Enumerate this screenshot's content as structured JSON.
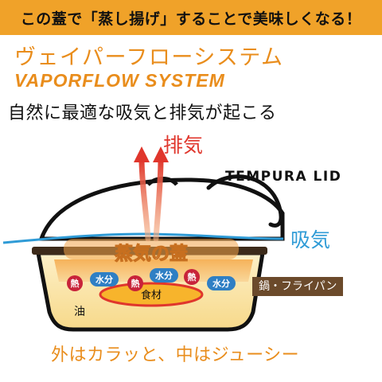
{
  "banner": {
    "text": "この蓋で「蒸し揚げ」することで美味しくなる！"
  },
  "title": {
    "jp": "ヴェイパーフローシステム",
    "en": "VAPORFLOW SYSTEM"
  },
  "subtitle": "自然に最適な吸気と排気が起こる",
  "diagram": {
    "exhaust_label": "排気",
    "lid_name": "TEMPURA LID",
    "intake_label": "吸気",
    "steam_lid_label": "蒸気の蓋",
    "pan_label": "鍋・フライパン",
    "badges": [
      {
        "text": "熱",
        "kind": "heat"
      },
      {
        "text": "水分",
        "kind": "water"
      },
      {
        "text": "熱",
        "kind": "heat"
      },
      {
        "text": "水分",
        "kind": "water"
      },
      {
        "text": "熱",
        "kind": "heat"
      },
      {
        "text": "水分",
        "kind": "water"
      }
    ],
    "food_label": "食材",
    "oil_label": "油",
    "caption": "外はカラッと、中はジューシー"
  },
  "colors": {
    "banner": "#f0a229",
    "accent_orange": "#e98d1c",
    "exhaust_red": "#e0362c",
    "intake_blue": "#2f9bd6",
    "heat_badge": "#c8233a",
    "water_badge": "#2f7fc4",
    "pan_brown": "#6b4a2b"
  }
}
